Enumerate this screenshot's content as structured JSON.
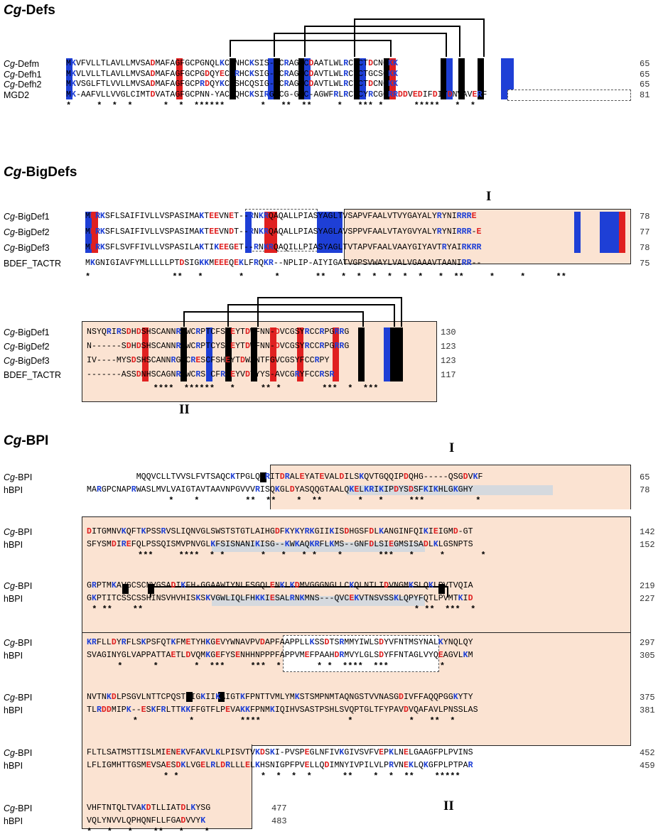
{
  "defs": {
    "title_prefix": "Cg",
    "title_suffix": "-Defs",
    "rows": [
      {
        "prefix": "Cg",
        "suffix": "-Defm",
        "seq": "MKVFVLLTLAVLLMVSADMAFAGFGCPGNQLKCNNHCKSIS--CRAGYCDAATLWLRCTCTDCNGKK",
        "num": "65"
      },
      {
        "prefix": "Cg",
        "suffix": "-Defh1",
        "seq": "MKVLVLLTLAVLLMVSADMAFAGFGCPGDQYECNRHCKSIG--CRAGYCDAVTLWLRCTCTGCSGKK",
        "num": "65"
      },
      {
        "prefix": "Cg",
        "suffix": "-Defh2",
        "seq": "MKVSGLFTLVVLLMVSADMAFAGFGCPRDQYKCNSHCQSIG--CRAGYCDAVTLWLRCTCTDCNGKK",
        "num": "65"
      },
      {
        "prefix": "",
        "suffix": "MGD2",
        "seq": "MK-AAFVLLVVGLCIMTDVATAGFGCPNN-YACHQHCKSIRGYCG-GYC-AGWFRLRCTCYRCGGRRDDVEDIFDIYDNVAVERF",
        "num": "81"
      }
    ],
    "stars": "*     *  *  *      *  *  ******       *   **  **     *   *** *      *****   *  *"
  },
  "bigdefs": {
    "title_prefix": "Cg",
    "title_suffix": "-BigDefs",
    "region_I": "I",
    "region_II": "II",
    "rows1": [
      {
        "prefix": "Cg",
        "suffix": "-BigDef1",
        "seq": "MERKSFLSAIFIVLLVSPASIMAKTEEVNET--RNKRQAQALLPIASYAGLTVSAPVFAALVTVYGAYALYRYNIRRRE",
        "num": "78"
      },
      {
        "prefix": "Cg",
        "suffix": "-BigDef2",
        "seq": "MERKSFLSAIFIVLLVSPASIMAKTEEVNDT--RNKRQAQALLPIASYAGLAVSPPVFAALVTAYGVYALYRYNIRRR-E",
        "num": "77"
      },
      {
        "prefix": "Cg",
        "suffix": "-BigDef3",
        "seq": "MERKSFLSVFFIVLLVSPASILAKTIKEEGET--RNKRQAQILLPIASYAGLTVTAPVFAALVAAYGIYAVTRYAIRKRR",
        "num": "78"
      },
      {
        "prefix": "",
        "suffix": "BDEF_TACTR",
        "seq": "MKGNIGIAVFYMLLLLLPTDSIGKKMEEEQEKLFRQKR--NPLIP-AIYIGATVGPSVWAYLVALVGAAAVTAANIRR--",
        "num": "75"
      }
    ],
    "stars1": "*                **   *       *      *       **   *  *  *  *  *  *   *  **     *     *      **",
    "rows2": [
      {
        "prefix": "Cg",
        "suffix": "-BigDef1",
        "seq": "NSYQRIRSDHDSHSCANNRGWCRPTCFSHEYTDWFNN-DVCGSYRCCRPGRRG",
        "num": "130"
      },
      {
        "prefix": "Cg",
        "suffix": "-BigDef2",
        "seq": "N------SDHDSHSCANNRGWCRPTCYSYEYTDWFNN-DVCGSYRCCRPGRRG",
        "num": "123"
      },
      {
        "prefix": "Cg",
        "suffix": "-BigDef3",
        "seq": "IV----MYSDSHSCANNRGWCRESCFSHEYTDWANTFGVCGSYFCCRPY",
        "num": "123"
      },
      {
        "prefix": "",
        "suffix": "BDEF_TACTR",
        "seq": "-------ASSDNHSCAGNRGWCRSKCFRHEYVDTYYS-AVCGRYFCCRSR",
        "num": "117"
      }
    ],
    "stars2": "             ****  ******   *     ** *        ***  *  ***"
  },
  "bpi": {
    "title_prefix": "Cg",
    "title_suffix": "-BPI",
    "region_I": "I",
    "region_II": "II",
    "blocks": [
      {
        "a": {
          "prefix": "Cg",
          "suffix": "-BPI",
          "seq": "          MQQVCLLTVVSLFVTSAQCKTPGLQTRITDRALEYATEVALDILSKQVTGQQIPDQHG-----QSGDVKF",
          "num": "65"
        },
        "b": {
          "prefix": "",
          "suffix": "hBPI",
          "seq": "MARGPCNAPRWASLMVLVAIGTAVTAAVNPGVVVRISQKGLDYASQQGTAALQKELKRIKIPDYSDSFKIKHLGKGHY",
          "num": "78"
        },
        "stars": "                *    *         **  **    *  **       *   *     ***          *"
      },
      {
        "a": {
          "prefix": "Cg",
          "suffix": "-BPI",
          "seq": "DITGMNVKQFTKPSSRVSLIQNVGLSWSTSTGTLAIHGDFKYKYRKGIIKISDHGSFDLKANGINFQIKIEIGMD-GT",
          "num": "142"
        },
        "b": {
          "prefix": "",
          "suffix": "hBPI",
          "seq": "SFYSMDIREFQLPSSQISMVPNVGLKFSISNANIKISG--KWKAQKRFLKMS--GNFDLSIEGMSISADLKLGSNPTS",
          "num": "152"
        },
        "stars": "          ***     ****  * *       *   *   * *    *       ***   *     *       *"
      },
      {
        "a": {
          "prefix": "Cg",
          "suffix": "-BPI",
          "seq": "GRPTMKAVGCSCNVGSADIKFH-GGAAWIYNLFSGQLENKLKDMVGGGNGLLCKQLNTLIDVNGMKSLQKLPVTVQIA",
          "num": "219"
        },
        "b": {
          "prefix": "",
          "suffix": "hBPI",
          "seq": "GKPTITCSSCSSHINSVHVHISKSKVGWLIQLFHKKIESALRNKMNS---QVCEKVTNSVSSKLQPYFQTLPVMTKID",
          "num": "227"
        },
        "stars": " * **    **                                                     * **  ***  *"
      },
      {
        "a": {
          "prefix": "Cg",
          "suffix": "-BPI",
          "seq": "KRFLLDYRFLSKPSFQTKFMETYHKGEVYWNAVPVDAPFAAPPLLKSSDTSRMMYIWLSDYVFNTMSYNALKYNQLQY",
          "num": "297"
        },
        "b": {
          "prefix": "",
          "suffix": "hBPI",
          "seq": "SVAGINYGLVAPPATTAETLDVQMKGEFYSENHHNPPPFAPPVMEFPAAHDRMVYLGLSDYFFNTAGLVYQEAGVLKM",
          "num": "305"
        },
        "stars": "      *      *       *  ***     ***  *       * *  ****  ***          *"
      },
      {
        "a": {
          "prefix": "Cg",
          "suffix": "-BPI",
          "seq": "NVTNKDLPSGVLNTTCPQSTCIGKIIKAIGTKFPNTTVMLYMKSTSMPNMTAQNGSTVVNASGDIVFFAQQPGGKYTY",
          "num": "375"
        },
        "b": {
          "prefix": "",
          "suffix": "hBPI",
          "seq": "TLRDDMIPK--ESKFRLTTKKFFGTFLPEVAKKFPNMKIQIHVSASTPSHLSVQPTGLTFYPAVDVQAFAVLPNSSLAS",
          "num": "381"
        },
        "stars": "         *          *         ****                 *           *   **  *"
      },
      {
        "a": {
          "prefix": "Cg",
          "suffix": "-BPI",
          "seq": "FLTLSATMSTTISLMIENEKVFAKVLKLPISVTVKDSKI-PVSPEGLNFIVKGIVSVFVEPKLNELGAAGFPLPVINS",
          "num": "452"
        },
        "b": {
          "prefix": "",
          "suffix": "hBPI",
          "seq": "LFLIGMHTTGSMEVSAESDKLVGELRLDRLLLELKHSNIGPFPVELLQDIMNYIVPILVLPRVNEKLQKGFPLPTPAR",
          "num": "459"
        },
        "stars": "               * *                *  *  *  *      **    *  *  **    *****"
      },
      {
        "a": {
          "prefix": "Cg",
          "suffix": "-BPI",
          "seq": "VHFTNTQLTVAKDTLLIATDLKYSG",
          "num": "477"
        },
        "b": {
          "prefix": "",
          "suffix": "hBPI",
          "seq": "VQLYNVVLQPHQNFLLFGADVVYK",
          "num": "483"
        },
        "stars": "*   *   *    **   *    *"
      }
    ]
  },
  "colors": {
    "cys": "#000000",
    "basic": "#1e3fd6",
    "acidic": "#e02020",
    "region_box": "#fbe3d2"
  }
}
